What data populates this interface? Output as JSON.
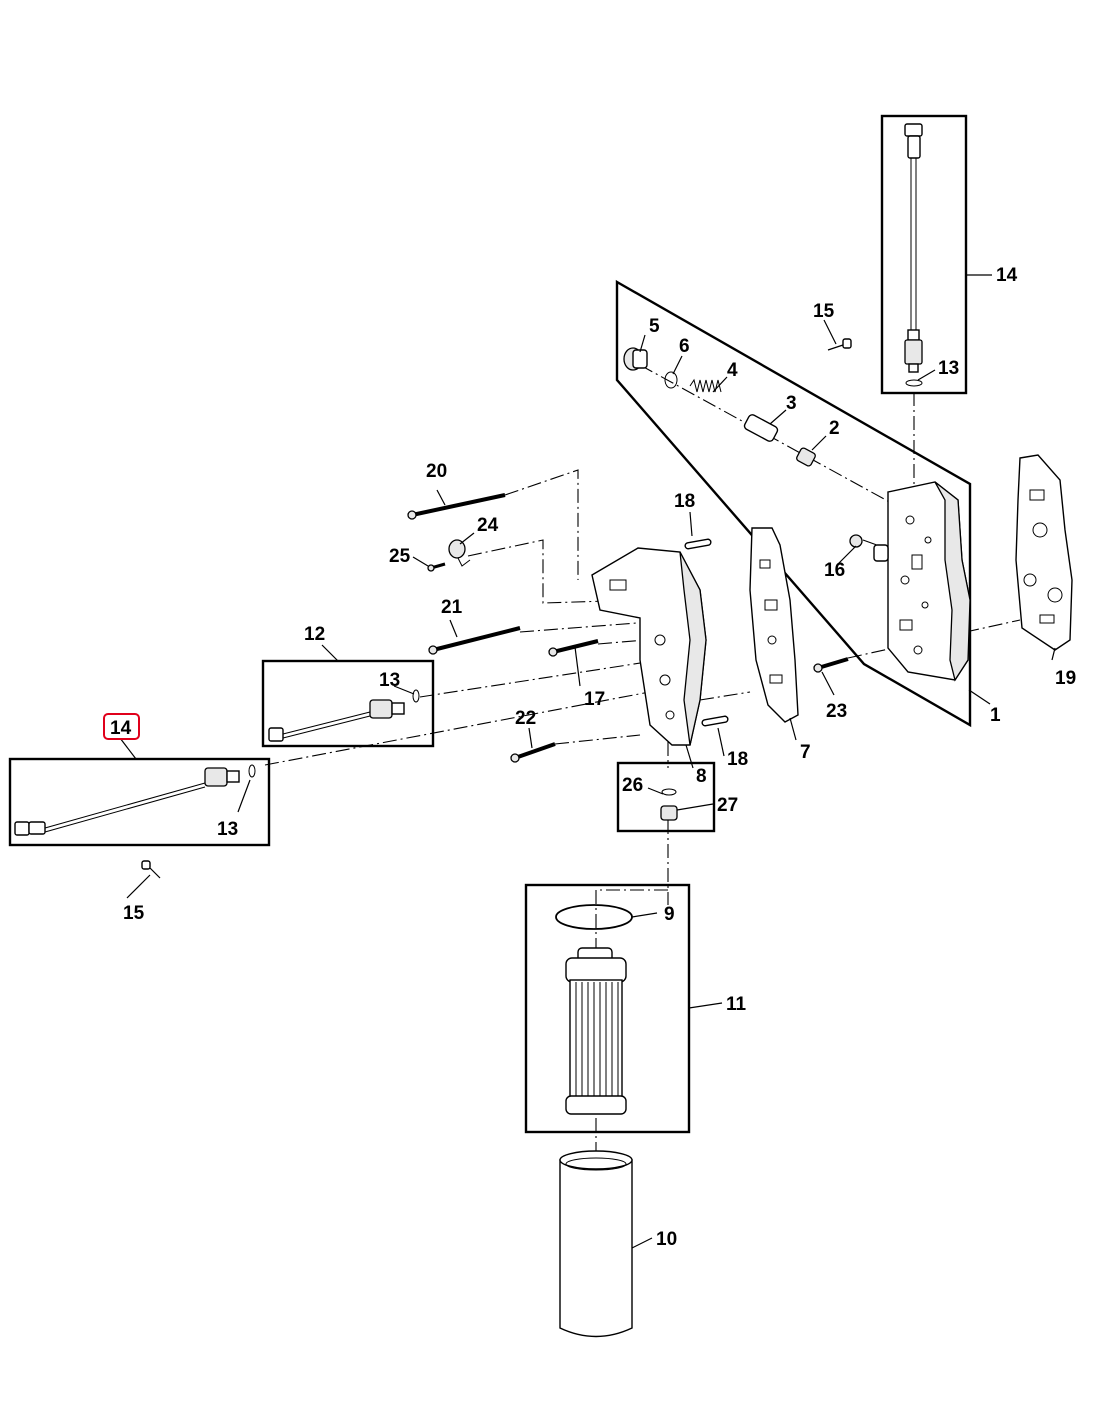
{
  "callouts": {
    "c1": "1",
    "c2": "2",
    "c3": "3",
    "c4": "4",
    "c5": "5",
    "c6": "6",
    "c7": "7",
    "c8": "8",
    "c9": "9",
    "c10": "10",
    "c11": "11",
    "c12": "12",
    "c13a": "13",
    "c13b": "13",
    "c13c": "13",
    "c14a": "14",
    "c14b": "14",
    "c15a": "15",
    "c15b": "15",
    "c16": "16",
    "c17": "17",
    "c18a": "18",
    "c18b": "18",
    "c19": "19",
    "c20": "20",
    "c21": "21",
    "c22": "22",
    "c23": "23",
    "c24": "24",
    "c25": "25",
    "c26": "26",
    "c27": "27"
  },
  "highlighted_callout": "14",
  "highlight_color": "#e0001b"
}
